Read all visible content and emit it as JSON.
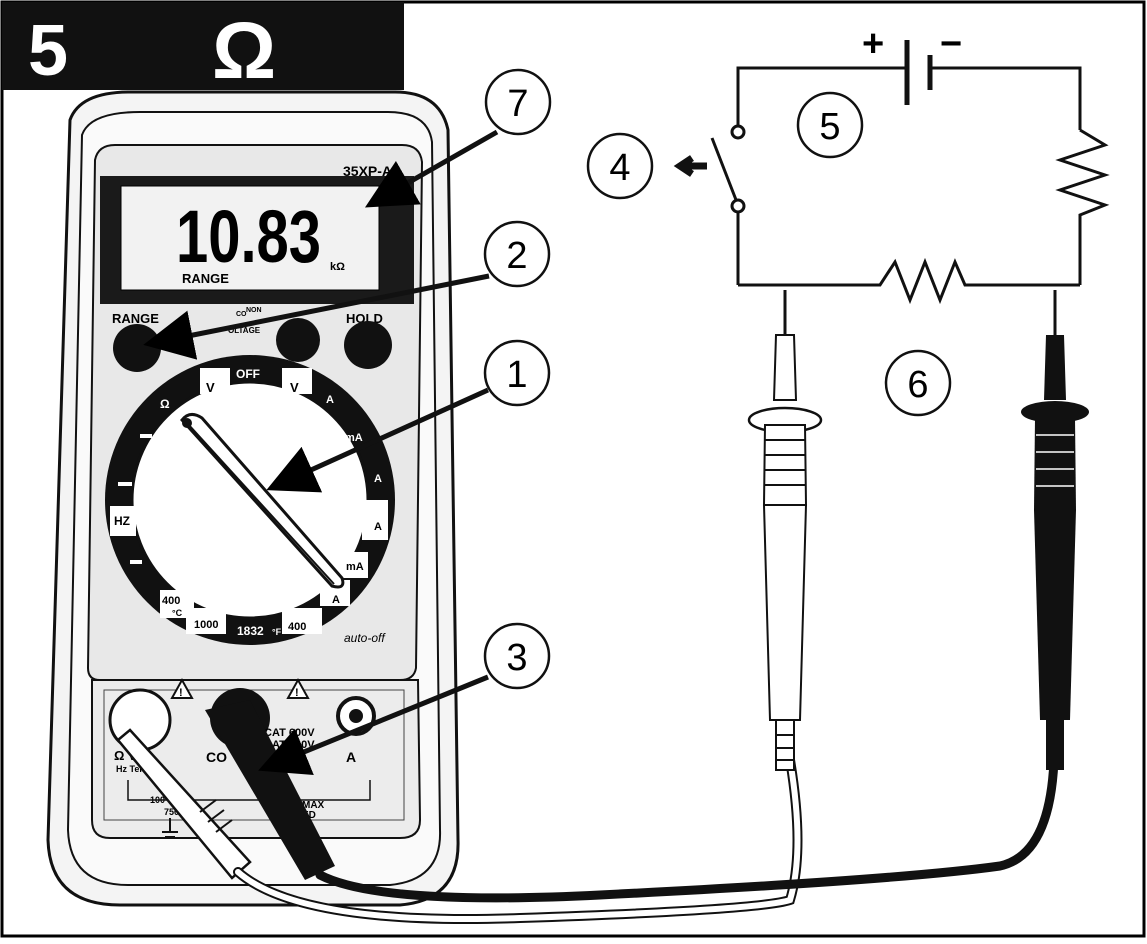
{
  "header": {
    "step_number": "5",
    "symbol": "Ω"
  },
  "callouts": [
    {
      "id": "1",
      "label": "1"
    },
    {
      "id": "2",
      "label": "2"
    },
    {
      "id": "3",
      "label": "3"
    },
    {
      "id": "4",
      "label": "4"
    },
    {
      "id": "5",
      "label": "5"
    },
    {
      "id": "6",
      "label": "6"
    },
    {
      "id": "7",
      "label": "7"
    }
  ],
  "meter": {
    "model": "35XP-A",
    "display_value": "10.83",
    "display_range": "RANGE",
    "display_unit": "kΩ",
    "range_button": "RANGE",
    "hold_button": "HOLD",
    "ncv_line1": "NON",
    "ncv_line2": "CO",
    "ncv_line3": "OLTAGE",
    "auto_off": "auto-off",
    "dial": {
      "off": "OFF",
      "v_ac": "V",
      "v_dc": "V",
      "a_dc_top": "A",
      "ma_dc": "mA",
      "a_dc": "A",
      "a_ac": "A",
      "ma_ac": "mA",
      "ua": "A",
      "f400": "400",
      "f1832": "1832",
      "degf": "°F",
      "c1000": "1000",
      "c400": "400",
      "degc": "°C",
      "hz": "HZ",
      "ohm": "Ω"
    },
    "jacks": {
      "left_top": "Ω V",
      "left_sub": "Hz Tem",
      "left_100": "100",
      "left_750": "750V",
      "com": "CO",
      "cat1": "CAT 600V",
      "cat2": "CAT 300V",
      "max": "MAX",
      "fused": "ED",
      "a": "A"
    }
  },
  "circuit": {
    "plus": "+",
    "minus": "−"
  }
}
